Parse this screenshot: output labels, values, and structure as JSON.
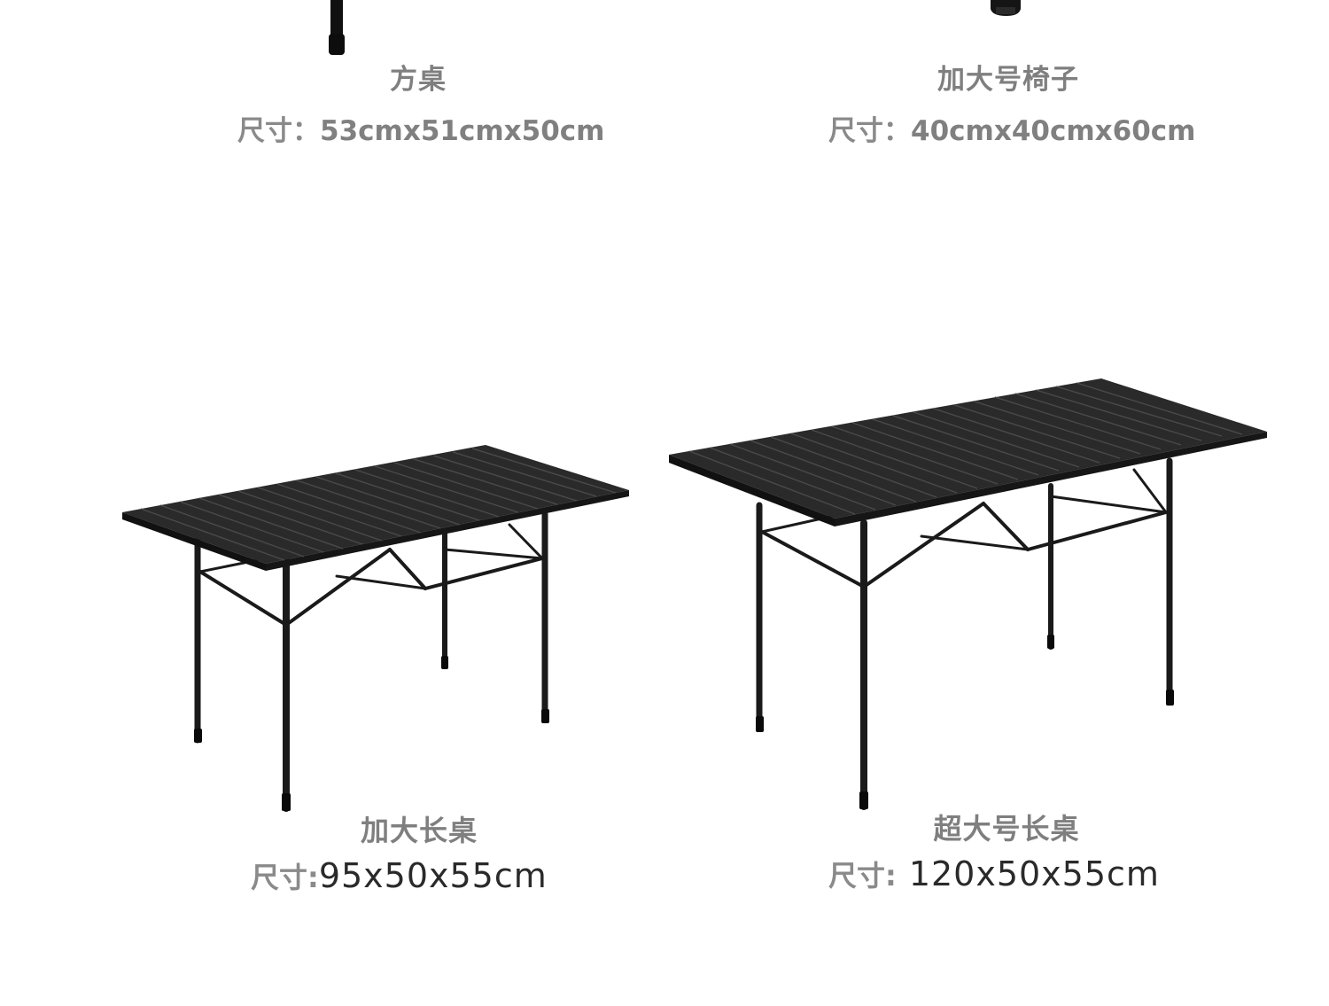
{
  "products": [
    {
      "id": "square-table",
      "name": "方桌",
      "size_label": "尺寸：",
      "size_value": "53cmx51cmx50cm"
    },
    {
      "id": "large-chair",
      "name": "加大号椅子",
      "size_label": "尺寸：",
      "size_value": "40cmx40cmx60cm"
    },
    {
      "id": "large-long-table",
      "name": "加大长桌",
      "size_label": "尺寸:",
      "size_value": "95x50x55cm"
    },
    {
      "id": "xl-long-table",
      "name": "超大号长桌",
      "size_label": "尺寸:",
      "size_value": "120x50x55cm"
    }
  ],
  "colors": {
    "background": "#ffffff",
    "label_gray": "#7f7f7f",
    "table_black": "#1e1e1e"
  }
}
